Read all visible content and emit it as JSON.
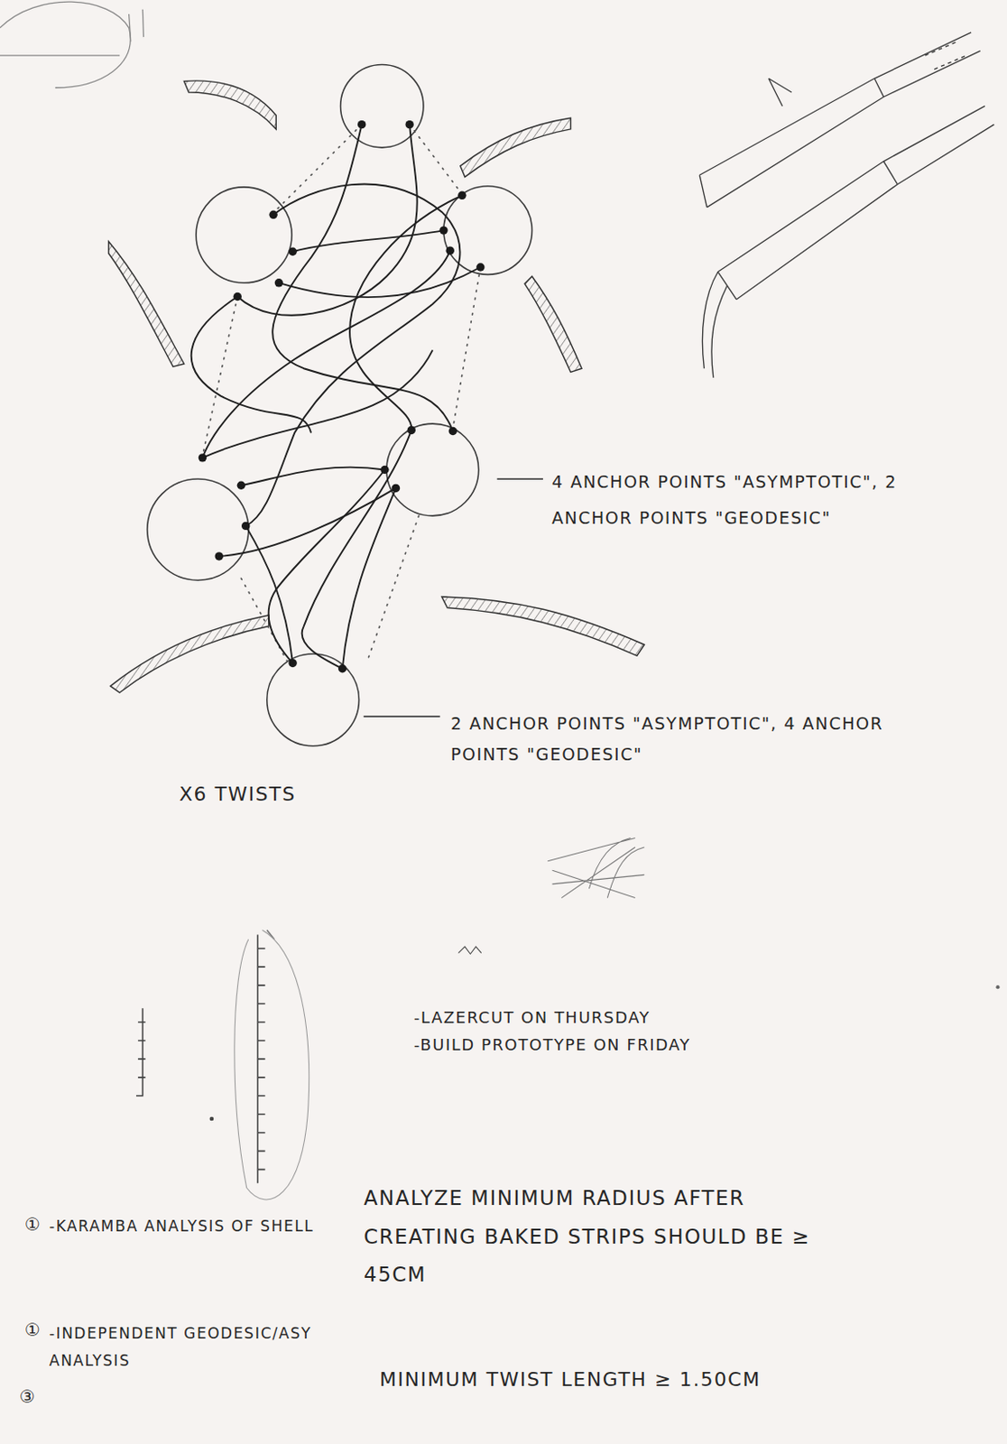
{
  "diagram": {
    "labels": [
      "4 ANCHOR POINTS \"ASYMPTOTIC\", 2 ANCHOR POINTS \"GEODESIC\"",
      "2 ANCHOR POINTS \"ASYMPTOTIC\", 4 ANCHOR POINTS \"GEODESIC\"",
      "X6 TWISTS",
      "-LAZERCUT ON THURSDAY",
      "-BUILD PROTOTYPE ON FRIDAY",
      "ANALYZE MINIMUM RADIUS AFTER CREATING BAKED STRIPS SHOULD BE ≥ 45CM",
      "①",
      "-KARAMBA ANALYSIS OF SHELL",
      "①",
      "-INDEPENDENT GEODESIC/ASY ANALYSIS",
      "MINIMUM TWIST LENGTH ≥ 1.50CM",
      "③"
    ]
  }
}
